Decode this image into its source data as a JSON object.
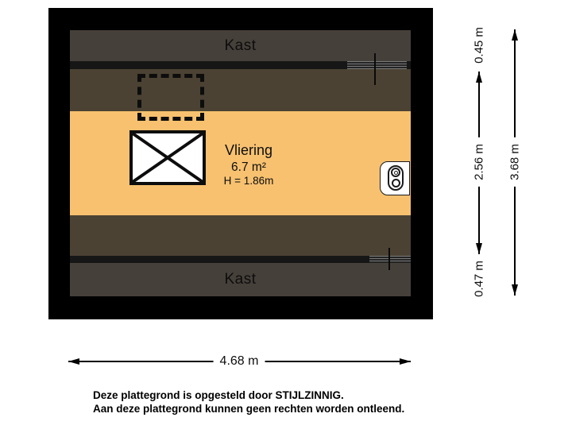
{
  "floorplan": {
    "colors": {
      "wall": "#000000",
      "closet_area": "#46403A",
      "eaves_area": "#4B4233",
      "room_area": "#F7C170",
      "dimension_pill_bg": "#FFFFFF"
    },
    "labels": {
      "closet_top": "Kast",
      "closet_bottom": "Kast"
    },
    "room": {
      "name": "Vliering",
      "area": "6.7 m²",
      "clearance": "H = 1.86m"
    },
    "symbols": {
      "boiler": "boiler-icon",
      "cross_box": "stair-opening-icon",
      "hatch_dashed": "hatch-opening-icon",
      "window_top": "window-symbol",
      "window_bottom": "window-symbol"
    },
    "dimensions": {
      "height_top": "0.45 m",
      "height_middle": "2.56 m",
      "height_bottom": "0.47 m",
      "height_total": "3.68 m",
      "width_total": "4.68 m"
    }
  },
  "footer": {
    "line1": "Deze plattegrond is opgesteld door STIJLZINNIG.",
    "line2": "Aan deze plattegrond kunnen geen rechten worden ontleend."
  }
}
